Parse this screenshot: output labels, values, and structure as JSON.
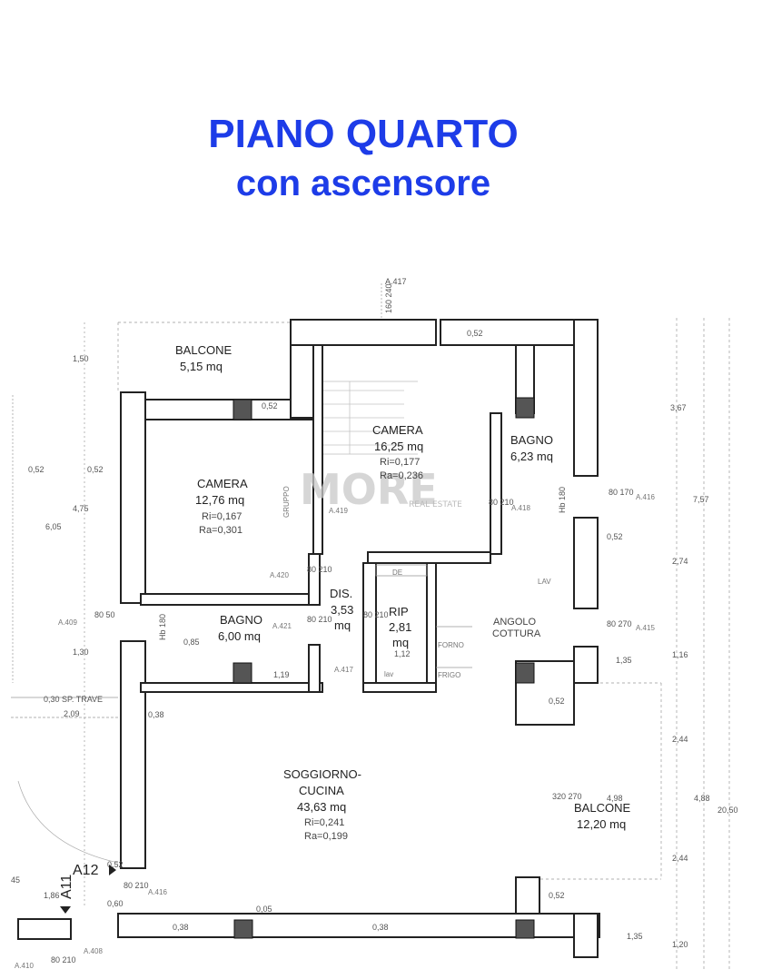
{
  "heading": {
    "line1": "PIANO QUARTO",
    "line2": "con ascensore",
    "color": "#1d3ce8"
  },
  "watermark": {
    "logo": "MORE",
    "sub": "REAL ESTATE"
  },
  "rooms": {
    "balcone_n": {
      "name": "BALCONE",
      "area": "5,15 mq"
    },
    "camera_1": {
      "name": "CAMERA",
      "area": "12,76 mq",
      "ri": "Ri=0,167",
      "ra": "Ra=0,301"
    },
    "camera_2": {
      "name": "CAMERA",
      "area": "16,25 mq",
      "ri": "Ri=0,177",
      "ra": "Ra=0,236"
    },
    "bagno_1": {
      "name": "BAGNO",
      "area": "6,23 mq"
    },
    "bagno_2": {
      "name": "BAGNO",
      "area": "6,00 mq"
    },
    "dis": {
      "name": "DIS.",
      "area_val": "3,53",
      "area_unit": "mq"
    },
    "rip": {
      "name": "RIP",
      "area_val": "2,81",
      "area_unit": "mq"
    },
    "angolo": {
      "line1": "ANGOLO",
      "line2": "COTTURA"
    },
    "soggiorno": {
      "line1": "SOGGIORNO-",
      "line2": "CUCINA",
      "area": "43,63 mq",
      "ri": "Ri=0,241",
      "ra": "Ra=0,199"
    },
    "balcone_e": {
      "name": "BALCONE",
      "area": "12,20 mq"
    }
  },
  "fixtures": {
    "de": "DE",
    "forno": "FORNO",
    "frigo": "FRIGO",
    "lav": "LAV",
    "lav_k": "lav",
    "gruppo": "GRUPPO"
  },
  "dimensions": {
    "d_a417_top": "A.417",
    "d_160_240": "160 240",
    "d_150": "1,50",
    "d_052_a": "0,52",
    "d_052_b": "0,52",
    "d_052_c": "0,52",
    "d_052_left1": "0,52",
    "d_052_left2": "0,52",
    "d_052_right": "0,52",
    "d_052_e1": "0,52",
    "d_052_e2": "0,52",
    "d_475": "4,75",
    "d_605": "6,05",
    "d_367": "3,67",
    "d_757": "7,57",
    "d_274": "2,74",
    "d_116": "1,16",
    "d_135_a": "1,35",
    "d_244_a": "2,44",
    "d_244_b": "2,44",
    "d_488": "4,88",
    "d_2050": "20,50",
    "d_120": "1,20",
    "d_135_b": "1,35",
    "d_130": "1,30",
    "d_030": "0,30 SP. TRAVE",
    "d_209": "2,09",
    "d_038_a": "0,38",
    "d_038_b": "0,38",
    "d_038_c": "0,38",
    "d_005": "0,05",
    "d_085": "0,85",
    "d_119": "1,19",
    "d_112": "1,12",
    "d_060": "0,60",
    "d_186": "1,86",
    "d_45": "45",
    "d_320_270": "320 270",
    "d_498": "4,98",
    "d_80_170": "80 170",
    "d_80_270": "80 270",
    "d_80_210_a": "80 210",
    "d_80_210_b": "80 210",
    "d_80_210_c": "80 210",
    "d_80_210_d": "80 210",
    "d_80_210_e": "80 210",
    "d_80_210_f": "80 210",
    "d_80_50": "80 50",
    "hb_180_a": "Hb 180",
    "hb_180_b": "Hb 180",
    "a416_r": "A.416",
    "a415": "A.415",
    "a418": "A.418",
    "a419": "A.419",
    "a420": "A.420",
    "a421": "A.421",
    "a417_b": "A.417",
    "a416_b": "A.416",
    "a408": "A.408",
    "a410": "A.410",
    "a409": "A.409"
  },
  "markers": {
    "a12": "A12",
    "a11": "A11"
  }
}
